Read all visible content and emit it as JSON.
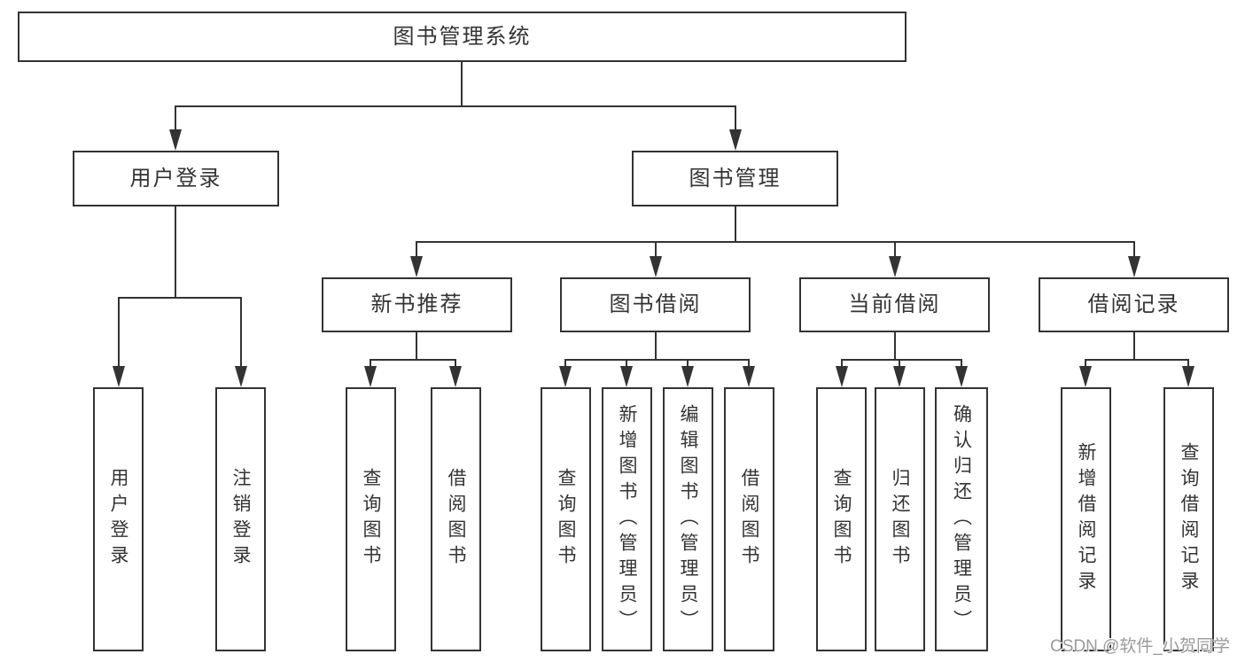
{
  "diagram": {
    "title": "图书管理系统",
    "watermark": "CSDN @软件_小贺同学",
    "colors": {
      "line": "#333333",
      "box_border": "#333333",
      "box_fill": "#ffffff",
      "text": "#333333",
      "watermark_text": "#9a9a9a",
      "background": "#ffffff"
    },
    "tree": {
      "label": "图书管理系统",
      "children": [
        {
          "label": "用户登录",
          "children": [
            {
              "label": "用户登录"
            },
            {
              "label": "注销登录"
            }
          ]
        },
        {
          "label": "图书管理",
          "children": [
            {
              "label": "新书推荐",
              "children": [
                {
                  "label": "查询图书"
                },
                {
                  "label": "借阅图书"
                }
              ]
            },
            {
              "label": "图书借阅",
              "children": [
                {
                  "label": "查询图书"
                },
                {
                  "label": "新增图书（管理员）"
                },
                {
                  "label": "编辑图书（管理员）"
                },
                {
                  "label": "借阅图书"
                }
              ]
            },
            {
              "label": "当前借阅",
              "children": [
                {
                  "label": "查询图书"
                },
                {
                  "label": "归还图书"
                },
                {
                  "label": "确认归还（管理员）"
                }
              ]
            },
            {
              "label": "借阅记录",
              "children": [
                {
                  "label": "新增借阅记录"
                },
                {
                  "label": "查询借阅记录"
                }
              ]
            }
          ]
        }
      ]
    }
  }
}
